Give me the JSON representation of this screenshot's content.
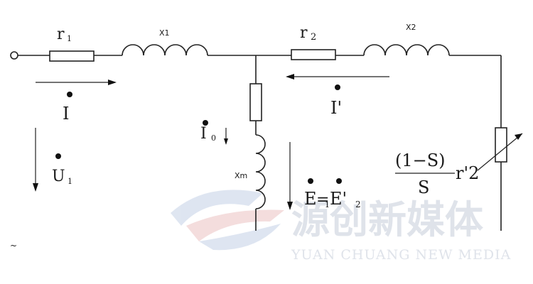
{
  "labels": {
    "r1": "r",
    "r1_sub": "1",
    "x1": "X1",
    "r2": "r",
    "r2_sub": "2",
    "x2": "X2",
    "i1": "I",
    "i2": "I'",
    "u1": "U",
    "u1_sub": "1",
    "i0": "I",
    "i0_sub": "0",
    "xm": "Xm",
    "e_eq_left": "E",
    "e_eq_mid_sub": "1",
    "e_eq_sign": "=",
    "e_eq_right": "E'",
    "e_eq_right_sub": "2",
    "load_num": "(1−S)",
    "load_den": "S",
    "load_suffix": "r'2",
    "tilde": "~"
  },
  "watermark": {
    "cn": "源创新媒体",
    "en": "YUAN CHUANG NEW MEDIA"
  },
  "colors": {
    "line": "#222222",
    "watermark": "#dfe3ea",
    "watermark_logo_blue": "#dbe3f0",
    "watermark_logo_red": "#f3dada"
  }
}
